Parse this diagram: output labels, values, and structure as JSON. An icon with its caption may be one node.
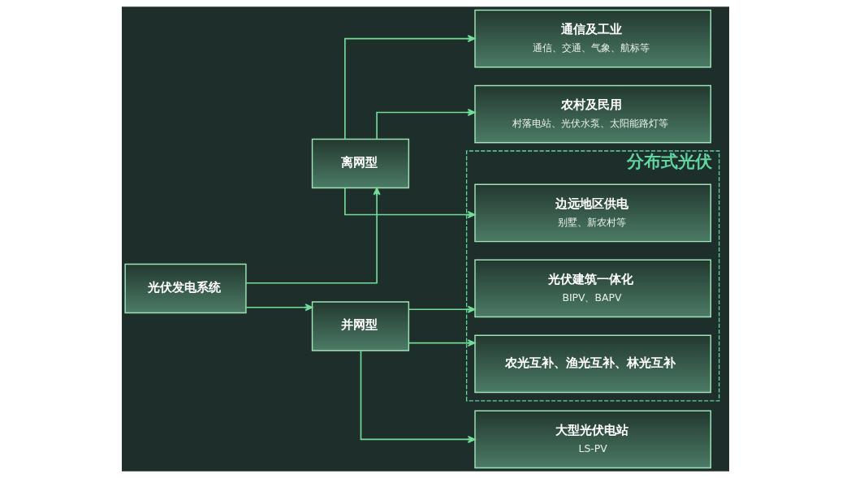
{
  "diagram": {
    "nodes": [
      {
        "text": [
          "光伏发电系统"
        ]
      },
      {
        "text": [
          "离网型"
        ]
      },
      {
        "text": [
          "并网型"
        ]
      },
      {
        "text": [
          "通信及工业",
          "通信、交通、气象、航标等"
        ]
      },
      {
        "text": [
          "农村及民用",
          "村落电站、光伏水泵、太阳能路灯等"
        ]
      },
      {
        "text": [
          "分布式光伏"
        ]
      },
      {
        "text": [
          "边远地区供电",
          "别墅、新农村等"
        ],
        "in": 5
      },
      {
        "text": [
          "光伏建筑一体化",
          "BIPV、BAPV"
        ],
        "in": 5
      },
      {
        "text": [
          "农光互补、渔光互补、林光互补"
        ],
        "in": 5
      },
      {
        "text": [
          "大型光伏电站",
          "LS-PV"
        ]
      }
    ],
    "edges": [
      {
        "from": 0,
        "to": 1,
        "arrow": "to"
      },
      {
        "from": 0,
        "to": 2,
        "arrow": "to"
      },
      {
        "from": 1,
        "to": 3,
        "arrow": "to"
      },
      {
        "from": 1,
        "to": 4,
        "arrow": "to"
      },
      {
        "from": 1,
        "to": 6,
        "arrow": "to"
      },
      {
        "from": 2,
        "to": 7,
        "arrow": "to"
      },
      {
        "from": 2,
        "to": 8,
        "arrow": "to"
      },
      {
        "from": 2,
        "to": 9,
        "arrow": "to"
      }
    ]
  }
}
